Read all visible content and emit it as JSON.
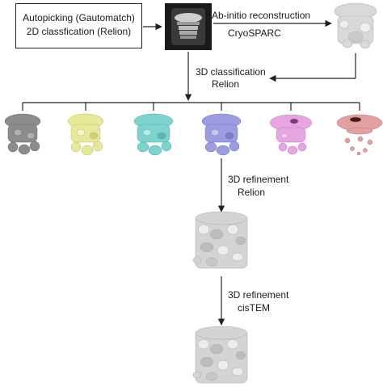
{
  "step1": {
    "line1": "Autopicking (Gautomatch)",
    "line2": "2D classfication (Relion)"
  },
  "step2": {
    "line1": "Ab-initio reconstruction",
    "line2": "CryoSPARC"
  },
  "step3": {
    "line1": "3D classification",
    "line2": "Relion"
  },
  "step4": {
    "line1": "3D refinement",
    "line2": "Relion"
  },
  "step5": {
    "line1": "3D refinement",
    "line2": "cisTEM"
  },
  "class_maps": [
    {
      "name": "class-map-gray",
      "color": "#8c8c8c"
    },
    {
      "name": "class-map-yellow",
      "color": "#e8e89a"
    },
    {
      "name": "class-map-cyan",
      "color": "#7fd3cf"
    },
    {
      "name": "class-map-blue",
      "color": "#9c9ce0"
    },
    {
      "name": "class-map-pink",
      "color": "#e7a6e2"
    },
    {
      "name": "class-map-salmon",
      "color": "#e3a0a0"
    }
  ],
  "colors": {
    "line": "#222222",
    "model": "#cfcfcf",
    "class_avg_bg": "#1a1a1a"
  }
}
